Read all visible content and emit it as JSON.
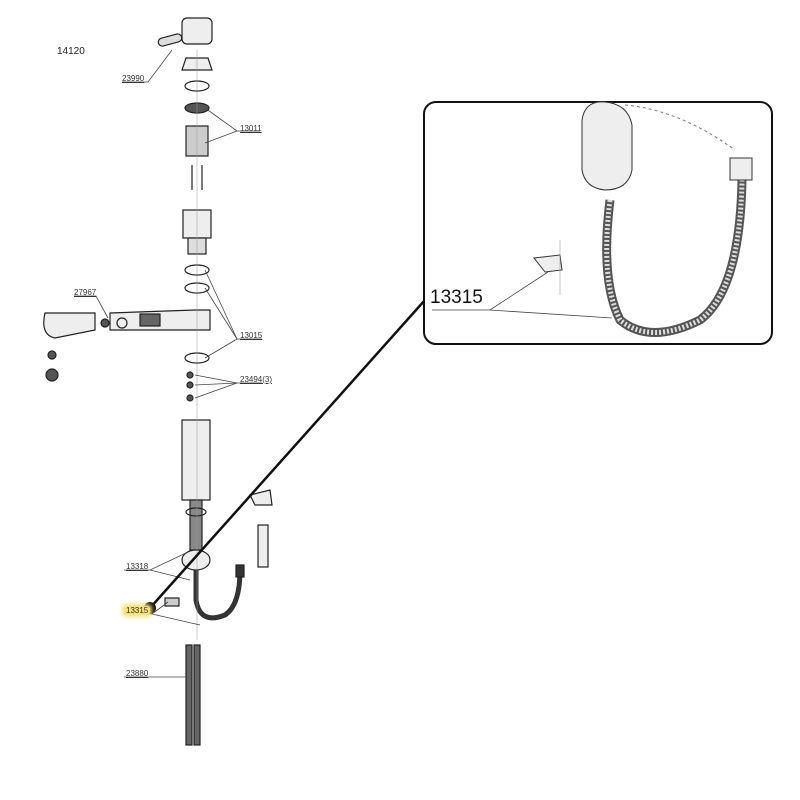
{
  "diagram": {
    "assembly_number": "14120",
    "parts": [
      {
        "label": "23990"
      },
      {
        "label": "13011"
      },
      {
        "label": "27967"
      },
      {
        "label": "13015"
      },
      {
        "label": "23494(3)"
      },
      {
        "label": "13318"
      },
      {
        "label": "13315"
      },
      {
        "label": "23880"
      }
    ],
    "highlighted_part": "13315",
    "callout": {
      "label": "13315"
    },
    "colors": {
      "highlight": "#f7e27a",
      "line": "#111111"
    }
  }
}
